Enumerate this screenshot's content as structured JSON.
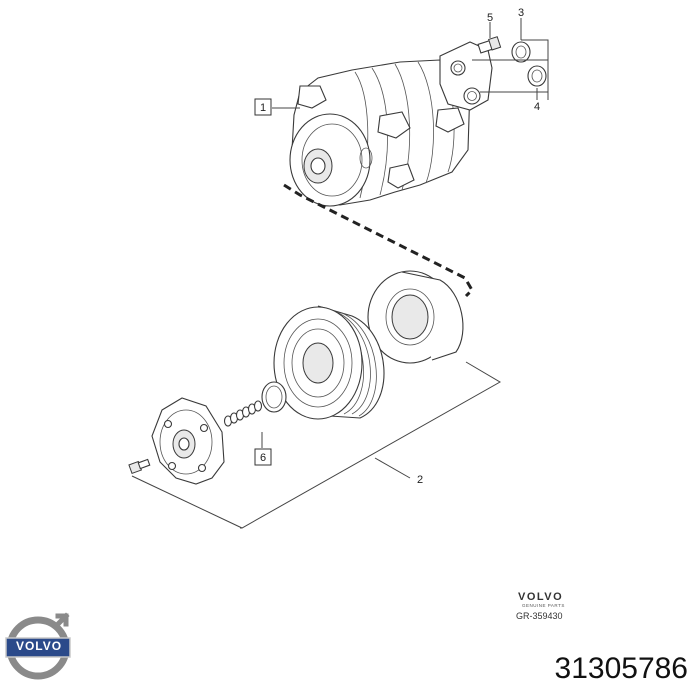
{
  "callouts": [
    {
      "id": "1",
      "label": "1",
      "boxed": true
    },
    {
      "id": "2",
      "label": "2",
      "boxed": false
    },
    {
      "id": "3",
      "label": "3",
      "boxed": false
    },
    {
      "id": "4",
      "label": "4",
      "boxed": false
    },
    {
      "id": "5",
      "label": "5",
      "boxed": false
    },
    {
      "id": "6",
      "label": "6",
      "boxed": true
    }
  ],
  "brand": {
    "wordmark": "VOLVO",
    "subtitle": "GENUINE PARTS",
    "drawing_ref": "GR-359430"
  },
  "logo": {
    "text": "VOLVO",
    "colors": {
      "ring": "#8a8a8a",
      "band": "#2b4a8a"
    }
  },
  "part_number": "31305786"
}
